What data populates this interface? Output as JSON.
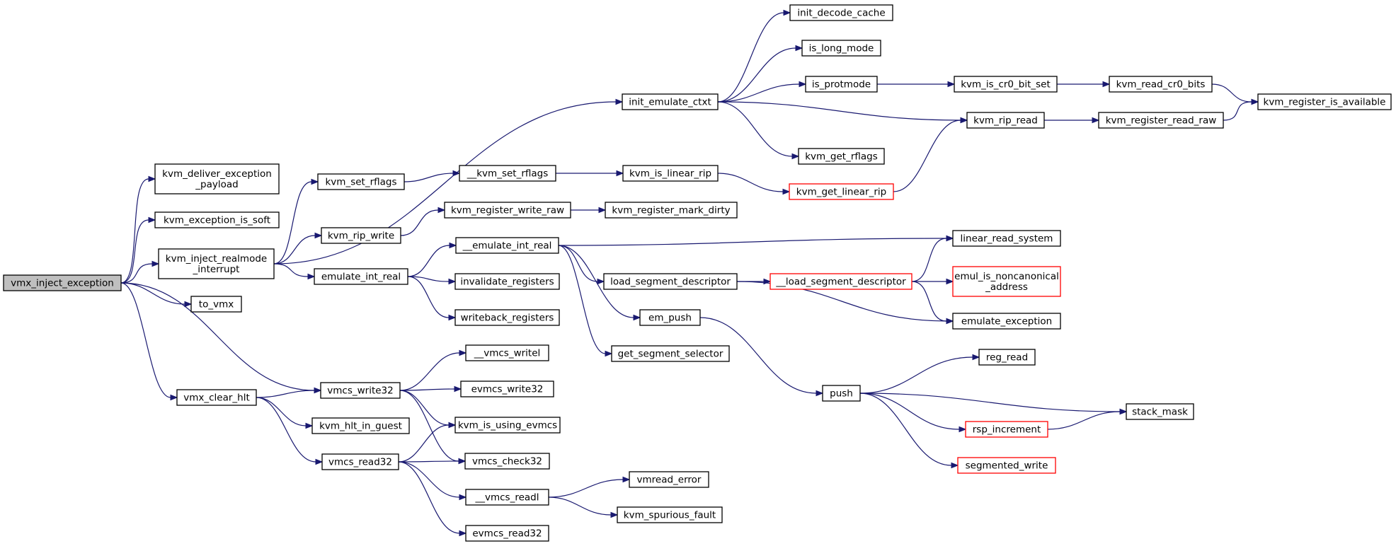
{
  "title": "",
  "colors": {
    "node_border": "#000000",
    "truncated_border": "#ff0000",
    "root_fill": "#bfbfbf",
    "edge": "#191970"
  },
  "nodes": [
    {
      "id": "vmx_inject_exception",
      "lines": [
        "vmx_inject_exception"
      ],
      "root": true
    },
    {
      "id": "kvm_deliver_exception_payload",
      "lines": [
        "kvm_deliver_exception",
        "_payload"
      ]
    },
    {
      "id": "kvm_exception_is_soft",
      "lines": [
        "kvm_exception_is_soft"
      ]
    },
    {
      "id": "kvm_inject_realmode_interrupt",
      "lines": [
        "kvm_inject_realmode",
        "_interrupt"
      ]
    },
    {
      "id": "to_vmx",
      "lines": [
        "to_vmx"
      ]
    },
    {
      "id": "vmx_clear_hlt",
      "lines": [
        "vmx_clear_hlt"
      ]
    },
    {
      "id": "init_emulate_ctxt",
      "lines": [
        "init_emulate_ctxt"
      ]
    },
    {
      "id": "kvm_set_rflags",
      "lines": [
        "kvm_set_rflags"
      ]
    },
    {
      "id": "kvm_rip_write",
      "lines": [
        "kvm_rip_write"
      ]
    },
    {
      "id": "emulate_int_real",
      "lines": [
        "emulate_int_real"
      ]
    },
    {
      "id": "vmcs_write32",
      "lines": [
        "vmcs_write32"
      ]
    },
    {
      "id": "kvm_hlt_in_guest",
      "lines": [
        "kvm_hlt_in_guest"
      ]
    },
    {
      "id": "vmcs_read32",
      "lines": [
        "vmcs_read32"
      ]
    },
    {
      "id": "init_decode_cache",
      "lines": [
        "init_decode_cache"
      ]
    },
    {
      "id": "is_long_mode",
      "lines": [
        "is_long_mode"
      ]
    },
    {
      "id": "is_protmode",
      "lines": [
        "is_protmode"
      ]
    },
    {
      "id": "kvm_rip_read",
      "lines": [
        "kvm_rip_read"
      ]
    },
    {
      "id": "kvm_get_rflags",
      "lines": [
        "kvm_get_rflags"
      ]
    },
    {
      "id": "__kvm_set_rflags",
      "lines": [
        "__kvm_set_rflags"
      ]
    },
    {
      "id": "kvm_register_write_raw",
      "lines": [
        "kvm_register_write_raw"
      ]
    },
    {
      "id": "__emulate_int_real",
      "lines": [
        "__emulate_int_real"
      ]
    },
    {
      "id": "invalidate_registers",
      "lines": [
        "invalidate_registers"
      ]
    },
    {
      "id": "writeback_registers",
      "lines": [
        "writeback_registers"
      ]
    },
    {
      "id": "__vmcs_writel",
      "lines": [
        "__vmcs_writel"
      ]
    },
    {
      "id": "evmcs_write32",
      "lines": [
        "evmcs_write32"
      ]
    },
    {
      "id": "kvm_is_using_evmcs",
      "lines": [
        "kvm_is_using_evmcs"
      ]
    },
    {
      "id": "vmcs_check32",
      "lines": [
        "vmcs_check32"
      ]
    },
    {
      "id": "__vmcs_readl",
      "lines": [
        "__vmcs_readl"
      ]
    },
    {
      "id": "evmcs_read32",
      "lines": [
        "evmcs_read32"
      ]
    },
    {
      "id": "kvm_is_cr0_bit_set",
      "lines": [
        "kvm_is_cr0_bit_set"
      ]
    },
    {
      "id": "kvm_read_cr0_bits",
      "lines": [
        "kvm_read_cr0_bits"
      ]
    },
    {
      "id": "kvm_register_is_available",
      "lines": [
        "kvm_register_is_available"
      ]
    },
    {
      "id": "kvm_register_read_raw",
      "lines": [
        "kvm_register_read_raw"
      ]
    },
    {
      "id": "kvm_is_linear_rip",
      "lines": [
        "kvm_is_linear_rip"
      ]
    },
    {
      "id": "kvm_get_linear_rip",
      "lines": [
        "kvm_get_linear_rip"
      ],
      "truncated": true
    },
    {
      "id": "kvm_register_mark_dirty",
      "lines": [
        "kvm_register_mark_dirty"
      ]
    },
    {
      "id": "linear_read_system",
      "lines": [
        "linear_read_system"
      ]
    },
    {
      "id": "load_segment_descriptor",
      "lines": [
        "load_segment_descriptor"
      ]
    },
    {
      "id": "__load_segment_descriptor",
      "lines": [
        "__load_segment_descriptor"
      ],
      "truncated": true
    },
    {
      "id": "emul_is_noncanonical_address",
      "lines": [
        "emul_is_noncanonical",
        "_address"
      ],
      "truncated": true
    },
    {
      "id": "emulate_exception",
      "lines": [
        "emulate_exception"
      ]
    },
    {
      "id": "em_push",
      "lines": [
        "em_push"
      ]
    },
    {
      "id": "get_segment_selector",
      "lines": [
        "get_segment_selector"
      ]
    },
    {
      "id": "push",
      "lines": [
        "push"
      ]
    },
    {
      "id": "reg_read",
      "lines": [
        "reg_read"
      ]
    },
    {
      "id": "stack_mask",
      "lines": [
        "stack_mask"
      ]
    },
    {
      "id": "rsp_increment",
      "lines": [
        "rsp_increment"
      ],
      "truncated": true
    },
    {
      "id": "segmented_write",
      "lines": [
        "segmented_write"
      ],
      "truncated": true
    },
    {
      "id": "vmread_error",
      "lines": [
        "vmread_error"
      ]
    },
    {
      "id": "kvm_spurious_fault",
      "lines": [
        "kvm_spurious_fault"
      ]
    }
  ],
  "edges": [
    [
      "vmx_inject_exception",
      "kvm_deliver_exception_payload"
    ],
    [
      "vmx_inject_exception",
      "kvm_exception_is_soft"
    ],
    [
      "vmx_inject_exception",
      "kvm_inject_realmode_interrupt"
    ],
    [
      "vmx_inject_exception",
      "to_vmx"
    ],
    [
      "vmx_inject_exception",
      "vmx_clear_hlt"
    ],
    [
      "vmx_inject_exception",
      "vmcs_write32"
    ],
    [
      "kvm_inject_realmode_interrupt",
      "init_emulate_ctxt"
    ],
    [
      "kvm_inject_realmode_interrupt",
      "kvm_set_rflags"
    ],
    [
      "kvm_inject_realmode_interrupt",
      "kvm_rip_write"
    ],
    [
      "kvm_inject_realmode_interrupt",
      "emulate_int_real"
    ],
    [
      "init_emulate_ctxt",
      "init_decode_cache"
    ],
    [
      "init_emulate_ctxt",
      "is_long_mode"
    ],
    [
      "init_emulate_ctxt",
      "is_protmode"
    ],
    [
      "init_emulate_ctxt",
      "kvm_rip_read"
    ],
    [
      "init_emulate_ctxt",
      "kvm_get_rflags"
    ],
    [
      "is_protmode",
      "kvm_is_cr0_bit_set"
    ],
    [
      "kvm_is_cr0_bit_set",
      "kvm_read_cr0_bits"
    ],
    [
      "kvm_read_cr0_bits",
      "kvm_register_is_available"
    ],
    [
      "kvm_rip_read",
      "kvm_register_read_raw"
    ],
    [
      "kvm_register_read_raw",
      "kvm_register_is_available"
    ],
    [
      "kvm_set_rflags",
      "__kvm_set_rflags"
    ],
    [
      "__kvm_set_rflags",
      "kvm_is_linear_rip"
    ],
    [
      "kvm_is_linear_rip",
      "kvm_get_linear_rip"
    ],
    [
      "kvm_get_linear_rip",
      "kvm_rip_read"
    ],
    [
      "kvm_rip_write",
      "kvm_register_write_raw"
    ],
    [
      "kvm_register_write_raw",
      "kvm_register_mark_dirty"
    ],
    [
      "emulate_int_real",
      "__emulate_int_real"
    ],
    [
      "emulate_int_real",
      "invalidate_registers"
    ],
    [
      "emulate_int_real",
      "writeback_registers"
    ],
    [
      "__emulate_int_real",
      "linear_read_system"
    ],
    [
      "__emulate_int_real",
      "load_segment_descriptor"
    ],
    [
      "__emulate_int_real",
      "em_push"
    ],
    [
      "__emulate_int_real",
      "get_segment_selector"
    ],
    [
      "load_segment_descriptor",
      "__load_segment_descriptor"
    ],
    [
      "load_segment_descriptor",
      "emulate_exception"
    ],
    [
      "__load_segment_descriptor",
      "linear_read_system"
    ],
    [
      "__load_segment_descriptor",
      "emul_is_noncanonical_address"
    ],
    [
      "__load_segment_descriptor",
      "emulate_exception"
    ],
    [
      "em_push",
      "push"
    ],
    [
      "push",
      "reg_read"
    ],
    [
      "push",
      "stack_mask"
    ],
    [
      "push",
      "rsp_increment"
    ],
    [
      "push",
      "segmented_write"
    ],
    [
      "rsp_increment",
      "stack_mask"
    ],
    [
      "vmx_clear_hlt",
      "vmcs_write32"
    ],
    [
      "vmx_clear_hlt",
      "kvm_hlt_in_guest"
    ],
    [
      "vmx_clear_hlt",
      "vmcs_read32"
    ],
    [
      "vmcs_write32",
      "__vmcs_writel"
    ],
    [
      "vmcs_write32",
      "evmcs_write32"
    ],
    [
      "vmcs_write32",
      "kvm_is_using_evmcs"
    ],
    [
      "vmcs_write32",
      "vmcs_check32"
    ],
    [
      "vmcs_read32",
      "kvm_is_using_evmcs"
    ],
    [
      "vmcs_read32",
      "vmcs_check32"
    ],
    [
      "vmcs_read32",
      "__vmcs_readl"
    ],
    [
      "vmcs_read32",
      "evmcs_read32"
    ],
    [
      "__vmcs_readl",
      "vmread_error"
    ],
    [
      "__vmcs_readl",
      "kvm_spurious_fault"
    ]
  ]
}
